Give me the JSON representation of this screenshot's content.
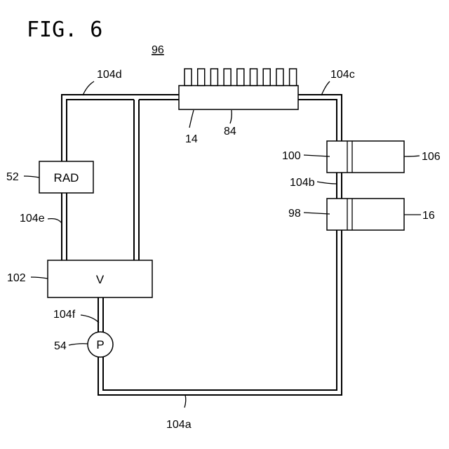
{
  "figure": {
    "title": "FIG. 6",
    "system_ref": "96"
  },
  "components": {
    "radiator": {
      "label": "RAD",
      "ref": "52"
    },
    "valve": {
      "label": "V",
      "ref": "102"
    },
    "pump": {
      "label": "P",
      "ref": "54"
    },
    "stack": {
      "ref_device": "14",
      "ref_base": "84",
      "fin_count": 9
    },
    "upper_unit": {
      "ref_left": "100",
      "ref_right": "106"
    },
    "lower_unit": {
      "ref_left": "98",
      "ref_right": "16"
    }
  },
  "pipes": {
    "a": "104a",
    "b": "104b",
    "c": "104c",
    "d": "104d",
    "e": "104e",
    "f": "104f"
  }
}
